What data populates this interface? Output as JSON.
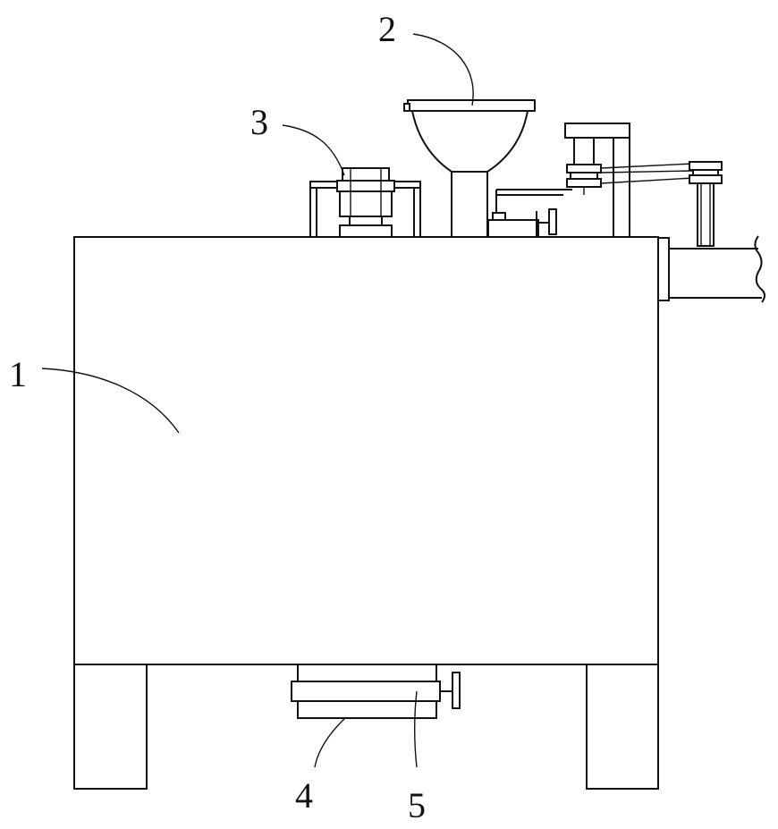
{
  "labels": {
    "tank": "1",
    "hopper": "2",
    "motor": "3",
    "outlet": "4",
    "valve": "5"
  }
}
